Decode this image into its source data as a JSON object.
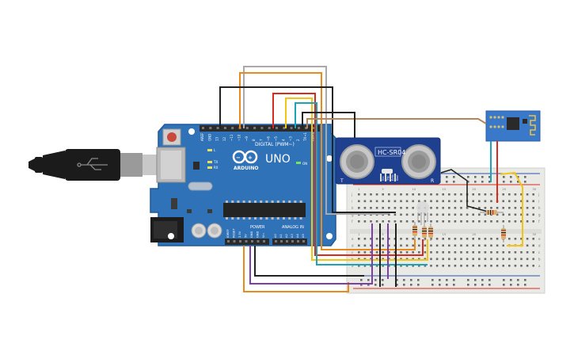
{
  "colors": {
    "board": "#2f72b8",
    "board_edge": "#1f5a99",
    "header": "#2b2b2b",
    "breadboard": "#e9e9e6",
    "sensor": "#1f3f8f",
    "esp": "#3a78c9",
    "wire_orange": "#e88b1a",
    "wire_red": "#d62b1e",
    "wire_black": "#222222",
    "wire_gray": "#a9a9a9",
    "wire_yellow": "#f2c515",
    "wire_teal": "#1da3b8",
    "wire_brown": "#b4865a",
    "wire_purple": "#7b3fa8",
    "rail_red": "#d62b1e",
    "rail_blue": "#2f55b0"
  },
  "arduino": {
    "logo": "ARDUINO",
    "model": "UNO",
    "digital_label": "DIGITAL (PWM~)",
    "power_label": "POWER",
    "analog_label": "ANALOG IN",
    "tx": "TX",
    "rx": "RX",
    "l": "L",
    "on": "ON",
    "top_pins": [
      "AREF",
      "GND",
      "13",
      "12",
      "~11",
      "~10",
      "~9",
      "8",
      "7",
      "~6",
      "~5",
      "4",
      "~3",
      "2",
      "TX→1",
      "RX←0"
    ],
    "power_pins": [
      "IOREF",
      "RESET",
      "3.3V",
      "5V",
      "GND",
      "GND",
      "Vin"
    ],
    "analog_pins": [
      "A0",
      "A1",
      "A2",
      "A3",
      "A4",
      "A5"
    ]
  },
  "sensor": {
    "model": "HC-SR04",
    "t_mark": "T",
    "r_mark": "R",
    "pins": [
      "Vcc",
      "Trig",
      "Echo",
      "Gnd"
    ]
  },
  "breadboard": {
    "row_letters": [
      "j",
      "i",
      "h",
      "g",
      "f",
      "e",
      "d",
      "c",
      "b",
      "a"
    ],
    "column_numbers": [
      "1",
      "5",
      "10",
      "15",
      "20",
      "25",
      "30"
    ]
  },
  "icons": [
    "usb-cable-icon",
    "power-jack-icon",
    "reset-button-icon",
    "wifi-antenna-icon"
  ]
}
